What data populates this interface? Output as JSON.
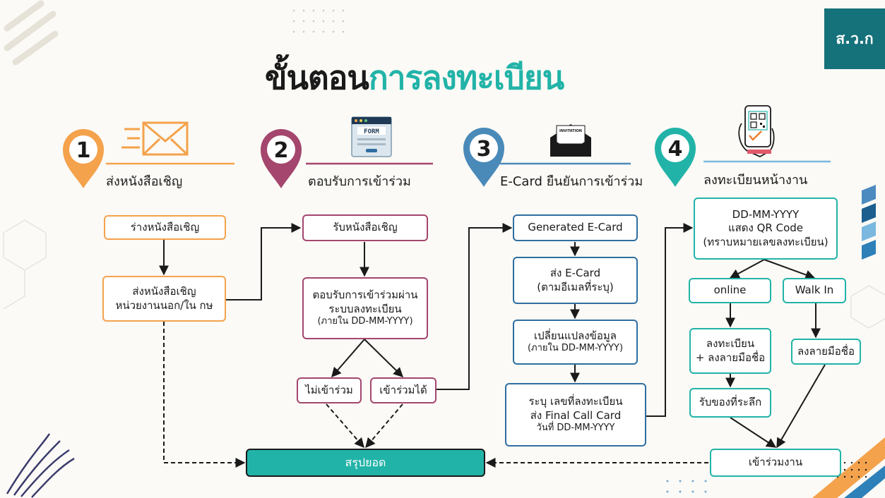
{
  "title": {
    "part1": "ขั้นตอน",
    "part2": "การลงทะเบียน"
  },
  "logo": "ส.ว.ก",
  "steps": [
    {
      "num": "1",
      "label": "ส่งหนังสือเชิญ",
      "color": "#f4a24c",
      "icon": "envelope-icon"
    },
    {
      "num": "2",
      "label": "ตอบรับการเข้าร่วม",
      "color": "#a4466e",
      "icon": "form-icon",
      "icon_text": "FORM"
    },
    {
      "num": "3",
      "label": "E-Card ยืนยันการเข้าร่วม",
      "color": "#4a8ab9",
      "icon": "invitation-icon",
      "icon_text": "INVITATION"
    },
    {
      "num": "4",
      "label": "ลงทะเบียนหน้างาน",
      "color": "#22b3a8",
      "icon": "qr-phone-icon"
    }
  ],
  "boxes": {
    "draft": "ร่างหนังสือเชิญ",
    "send_line1": "ส่งหนังสือเชิญ",
    "send_line2": "หน่วยงานนอก/ใน กษ",
    "receive": "รับหนังสือเชิญ",
    "reply_line1": "ตอบรับการเข้าร่วมผ่าน",
    "reply_line2": "ระบบลงทะเบียน",
    "reply_line3": "(ภายใน DD-MM-YYYY)",
    "no_join": "ไม่เข้าร่วม",
    "can_join": "เข้าร่วมได้",
    "generated": "Generated E-Card",
    "send_ecard_line1": "ส่ง E-Card",
    "send_ecard_line2": "(ตามอีเมลที่ระบุ)",
    "change_line1": "เปลี่ยนแปลงข้อมูล",
    "change_line2": "(ภายใน DD-MM-YYYY)",
    "final_line1": "ระบุ เลขที่ลงทะเบียน",
    "final_line2": "ส่ง Final Call Card",
    "final_line3": "วันที่ DD-MM-YYYY",
    "qr_line1": "DD-MM-YYYY",
    "qr_line2": "แสดง QR Code",
    "qr_line3": "(ทราบหมายเลขลงทะเบียน)",
    "online": "online",
    "walkin": "Walk In",
    "register_line1": "ลงทะเบียน",
    "register_line2": "+ ลงลายมือชื่อ",
    "sign": "ลงลายมือชื่อ",
    "souvenir": "รับของที่ระลึก",
    "attend": "เข้าร่วมงาน",
    "summary": "สรุปยอด"
  }
}
